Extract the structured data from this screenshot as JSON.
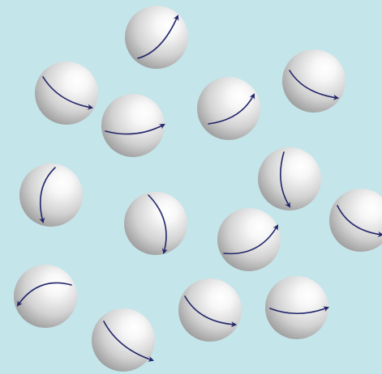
{
  "scene": {
    "background_color": "#c4e5ea",
    "sphere_light": "#ffffff",
    "sphere_mid": "#dcdcdc",
    "sphere_dark": "#8c8c8c",
    "arrow_color": "#22256a"
  },
  "spheres": [
    {
      "name": "sphere-1",
      "icon": "spin-arrow-icon"
    },
    {
      "name": "sphere-2",
      "icon": "spin-arrow-icon"
    },
    {
      "name": "sphere-3",
      "icon": "spin-arrow-icon"
    },
    {
      "name": "sphere-4",
      "icon": "spin-arrow-icon"
    },
    {
      "name": "sphere-5",
      "icon": "spin-arrow-icon"
    },
    {
      "name": "sphere-6",
      "icon": "spin-arrow-icon"
    },
    {
      "name": "sphere-7",
      "icon": "spin-arrow-icon"
    },
    {
      "name": "sphere-8",
      "icon": "spin-arrow-icon"
    },
    {
      "name": "sphere-9",
      "icon": "spin-arrow-icon"
    },
    {
      "name": "sphere-10",
      "icon": "spin-arrow-icon"
    },
    {
      "name": "sphere-11",
      "icon": "spin-arrow-icon"
    },
    {
      "name": "sphere-12",
      "icon": "spin-arrow-icon"
    },
    {
      "name": "sphere-13",
      "icon": "spin-arrow-icon"
    },
    {
      "name": "sphere-14",
      "icon": "spin-arrow-icon"
    },
    {
      "name": "sphere-15",
      "icon": "spin-arrow-icon"
    }
  ]
}
